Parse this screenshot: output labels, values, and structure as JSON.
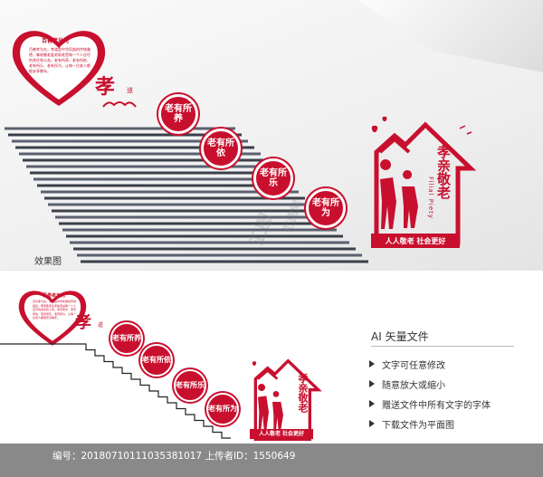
{
  "preview": {
    "caption": "效果图",
    "heart_title": "百善孝当先",
    "heart_body": "百善孝为先，孝道是中华民族的传统美德，尊老敬老爱老助老是每一个人应尽的责任和义务。老有所养、老有所依、老有所乐、老有所为，让每一位老人都能安享晚年。",
    "xiao_char": "孝",
    "xiao_small": "道",
    "circles": [
      "老有所养",
      "老有所依",
      "老有所乐",
      "老有所为"
    ],
    "house_title": "孝亲敬老",
    "house_english": "Filial Piety",
    "banner": "人人敬老 社会更好"
  },
  "info": {
    "title": "AI 矢量文件",
    "bullets": [
      "文字可任意修改",
      "随意放大或缩小",
      "赠送文件中所有文字的字体",
      "下载文件为平面图"
    ]
  },
  "footer": {
    "text": "编号：20180710111035381017 上传者ID：1550649"
  },
  "colors": {
    "accent": "#c8102e"
  }
}
